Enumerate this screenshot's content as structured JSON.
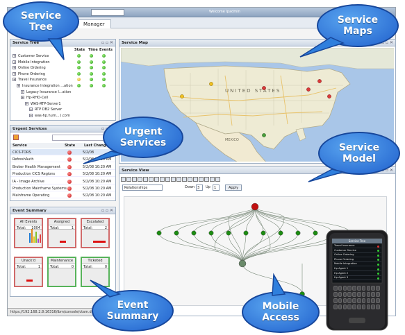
{
  "app": {
    "welcome": "Welcome Ipadmin",
    "tab_label": "Manager",
    "status_url": "https://192.168.2.8:16316/ibm/console/ctam.do?an..."
  },
  "tree": {
    "title": "Service Tree",
    "columns": [
      "State",
      "Time",
      "Events"
    ],
    "rows": [
      {
        "label": "Customer Service",
        "indent": 0
      },
      {
        "label": "Mobile Integration",
        "indent": 0
      },
      {
        "label": "Online Ordering",
        "indent": 0
      },
      {
        "label": "Phone Ordering",
        "indent": 0
      },
      {
        "label": "Travel Insurance",
        "indent": 0
      },
      {
        "label": "Insurance Integration ...ation",
        "indent": 1
      },
      {
        "label": "Legacy Insurance I...ation",
        "indent": 2
      },
      {
        "label": "Hp-RHO-Cell",
        "indent": 2
      },
      {
        "label": "WAS-RTP-Server1",
        "indent": 3
      },
      {
        "label": "RTP DB2 Server",
        "indent": 4
      },
      {
        "label": "was-hp.hum....l.com",
        "indent": 4
      }
    ]
  },
  "urgent": {
    "title": "Urgent Services",
    "columns": [
      "Service",
      "State",
      "Last Changed"
    ],
    "rows": [
      {
        "service": "CICS-TORS",
        "changed": "5/2/08",
        "selected": true
      },
      {
        "service": "RefreshAuth",
        "changed": "5/2/08 10:20 AM",
        "selected": false
      },
      {
        "service": "Broker Health Management",
        "changed": "5/2/08 10:20 AM",
        "selected": false
      },
      {
        "service": "Production CICS Regions",
        "changed": "5/2/08 10:20 AM",
        "selected": false
      },
      {
        "service": "IA - Image Archive",
        "changed": "5/2/08 10:20 AM",
        "selected": false
      },
      {
        "service": "Production Mainframe Systems",
        "changed": "5/2/08 10:20 AM",
        "selected": false
      },
      {
        "service": "Mainframe Operating",
        "changed": "5/2/08 10:20 AM",
        "selected": false
      }
    ]
  },
  "events": {
    "title": "Event Summary",
    "boxes": [
      {
        "title": "All Events",
        "total": "1004",
        "border": "#d06a6a"
      },
      {
        "title": "Assigned",
        "total": "1",
        "border": "#d06a6a"
      },
      {
        "title": "Escalated",
        "total": "2",
        "border": "#d06a6a"
      },
      {
        "title": "Unack'd",
        "total": "1",
        "border": "#d06a6a"
      },
      {
        "title": "Maintenance",
        "total": "0",
        "border": "#57b35a"
      },
      {
        "title": "Ticketed",
        "total": "0",
        "border": "#57b35a"
      }
    ],
    "total_label": "Total:"
  },
  "map": {
    "title": "Service Map",
    "labels": [
      "UNITED STATES",
      "MEXICO"
    ]
  },
  "service_view": {
    "title": "Service View",
    "dropdown": "Relationships",
    "down_label": "Down",
    "down_value": "3",
    "up_label": "Up",
    "up_value": "1",
    "apply_label": "Apply"
  },
  "phone": {
    "header": "Service Tree",
    "items": [
      "Travel Insurance",
      "Customer Service",
      "Online Ordering",
      "Phone Ordering",
      "Mobile Integration",
      "Hp Agent 1",
      "Hp Agent 2",
      "Hp Agent 3"
    ]
  },
  "callouts": {
    "service_tree": "Service\nTree",
    "service_maps": "Service\nMaps",
    "urgent_services": "Urgent\nServices",
    "service_model": "Service\nModel",
    "event_summary": "Event\nSummary",
    "mobile_access": "Mobile\nAccess"
  },
  "colors": {
    "callout_fill": "#2f7fdd",
    "callout_border": "#17479b",
    "ok": "#1d8d12",
    "critical": "#c01010",
    "ocean": "#a9c6e8"
  }
}
